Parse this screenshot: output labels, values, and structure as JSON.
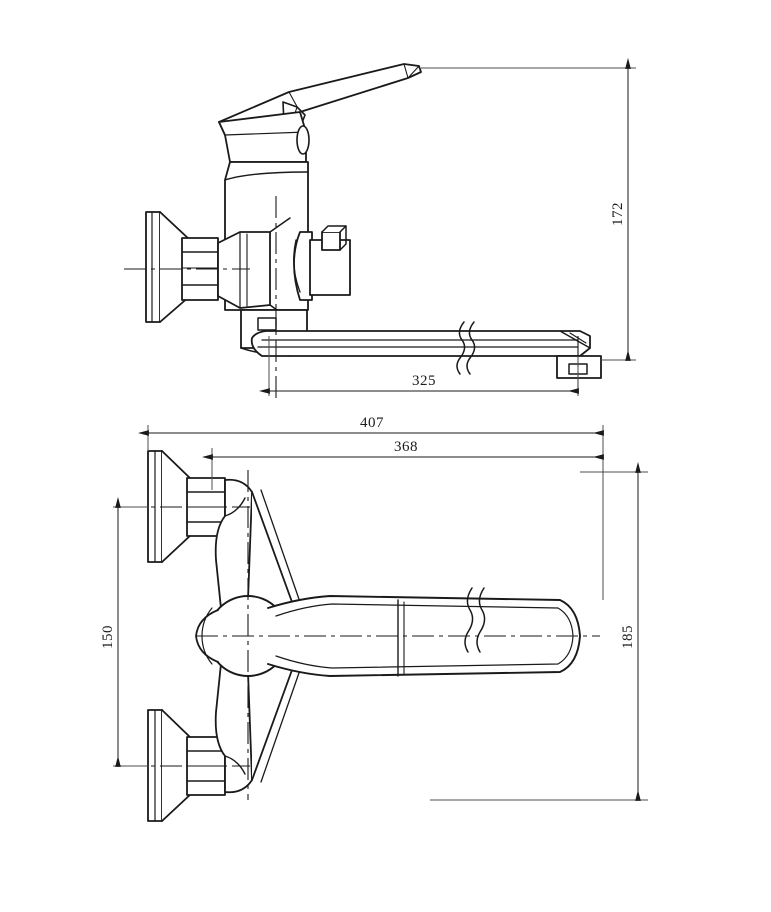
{
  "document": {
    "type": "technical-drawing",
    "subject": "Wall-mounted single-lever bath/kitchen mixer faucet with long swivel spout",
    "background_color": "#ffffff",
    "line_color": "#1a1a1a",
    "dimension_line_color": "#4d4d4d",
    "units": "mm",
    "views": [
      {
        "id": "side-view",
        "name": "Side elevation view",
        "position": "top"
      },
      {
        "id": "front-view",
        "name": "Front elevation view",
        "position": "bottom"
      }
    ]
  },
  "dimensions": {
    "side_view": [
      {
        "id": "height-172",
        "label": "172",
        "orientation": "vertical",
        "text_rotation": -90,
        "description": "Overall height from spout base to lever tip"
      },
      {
        "id": "spout-325",
        "label": "325",
        "orientation": "horizontal",
        "text_rotation": 0,
        "description": "Spout projection length"
      }
    ],
    "front_view": [
      {
        "id": "overall-width-407",
        "label": "407",
        "orientation": "horizontal",
        "text_rotation": 0,
        "description": "Overall width including wall flange"
      },
      {
        "id": "spout-reach-368",
        "label": "368",
        "orientation": "horizontal",
        "text_rotation": 0,
        "description": "Spout reach from body centre"
      },
      {
        "id": "inlet-centres-150",
        "label": "150",
        "orientation": "vertical",
        "text_rotation": -90,
        "description": "Distance between inlet centres"
      },
      {
        "id": "height-185",
        "label": "185",
        "orientation": "vertical",
        "text_rotation": -90,
        "description": "Overall height of front view"
      }
    ]
  },
  "annotations": {
    "break_symbols": [
      {
        "id": "break-side-spout",
        "view": "side-view",
        "description": "Break symbol on spout"
      },
      {
        "id": "break-front-spout",
        "view": "front-view",
        "description": "Break symbol on spout"
      }
    ],
    "centre_lines": [
      {
        "id": "centre-side-inlet",
        "view": "side-view",
        "orientation": "horizontal"
      },
      {
        "id": "centre-side-body",
        "view": "side-view",
        "orientation": "vertical"
      },
      {
        "id": "centre-side-outlet",
        "view": "side-view",
        "orientation": "vertical"
      },
      {
        "id": "centre-front-upper-inlet",
        "view": "front-view",
        "orientation": "horizontal"
      },
      {
        "id": "centre-front-lower-inlet",
        "view": "front-view",
        "orientation": "horizontal"
      },
      {
        "id": "centre-front-spout",
        "view": "front-view",
        "orientation": "horizontal"
      },
      {
        "id": "centre-front-body",
        "view": "front-view",
        "orientation": "vertical"
      }
    ]
  }
}
